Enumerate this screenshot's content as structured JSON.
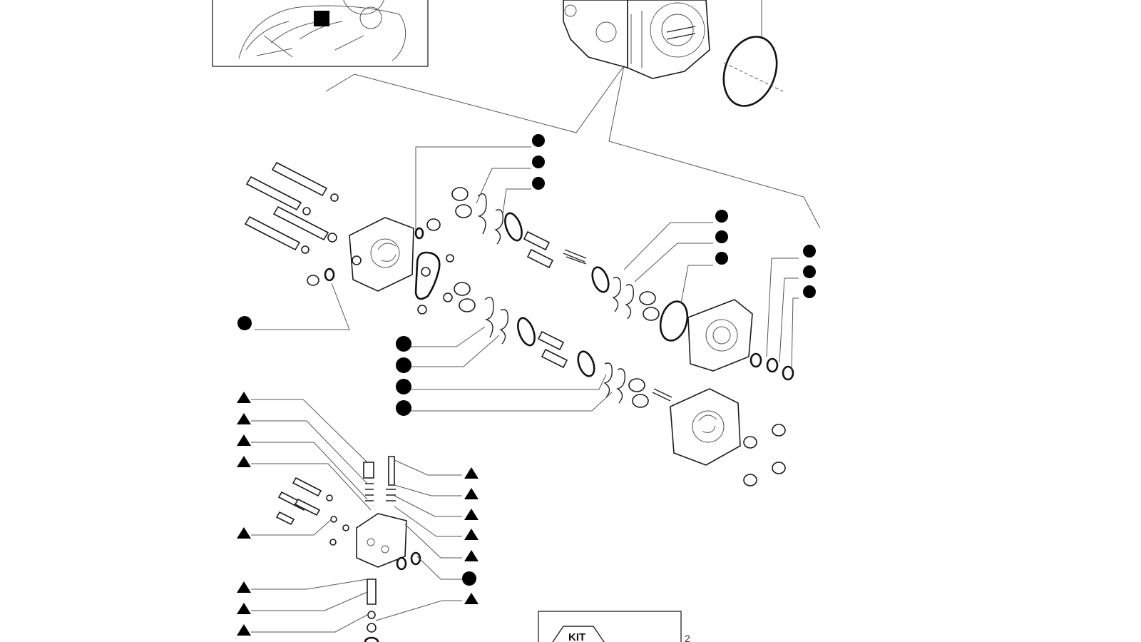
{
  "diagram": {
    "kit_label": "KIT",
    "kit_suffix": "2",
    "icons": {
      "circle": "filled-circle-marker",
      "triangle": "filled-triangle-marker"
    },
    "colors": {
      "line": "#222222",
      "marker": "#000000",
      "background": "#ffffff"
    }
  }
}
